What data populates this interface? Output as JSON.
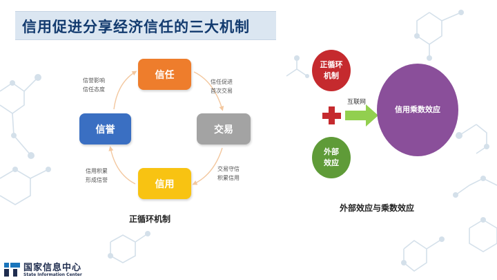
{
  "title": "信用促进分享经济信任的三大机制",
  "left_diagram": {
    "nodes": {
      "trust": "信任",
      "credit_reputation": "信誉",
      "trade": "交易",
      "credit": "信用"
    },
    "annotations": {
      "top_left": [
        "信誉影响",
        "信任态度"
      ],
      "top_right": [
        "信任促进",
        "首次交易"
      ],
      "bottom_right": [
        "交易守信",
        "积累信用"
      ],
      "bottom_left": [
        "信用积累",
        "形成信誉"
      ]
    },
    "caption": "正循环机制"
  },
  "right_diagram": {
    "loop_circle": [
      "正循环",
      "机制"
    ],
    "external_circle": [
      "外部",
      "效应"
    ],
    "arrow_label": "互联网",
    "result_circle": "信用乘数效应",
    "caption": "外部效应与乘数效应"
  },
  "logo": {
    "name_cn": "国家信息中心",
    "name_en": "State Information Center"
  },
  "colors": {
    "trust": "#ee7d2c",
    "credit_reputation": "#3a6fc2",
    "trade": "#a3a3a3",
    "credit": "#f8c312",
    "loop": "#c52a2e",
    "external": "#5f9b38",
    "arrow": "#92cf4f",
    "multiplier": "#8a4f9a",
    "title_bar": "#dbe6f1"
  }
}
